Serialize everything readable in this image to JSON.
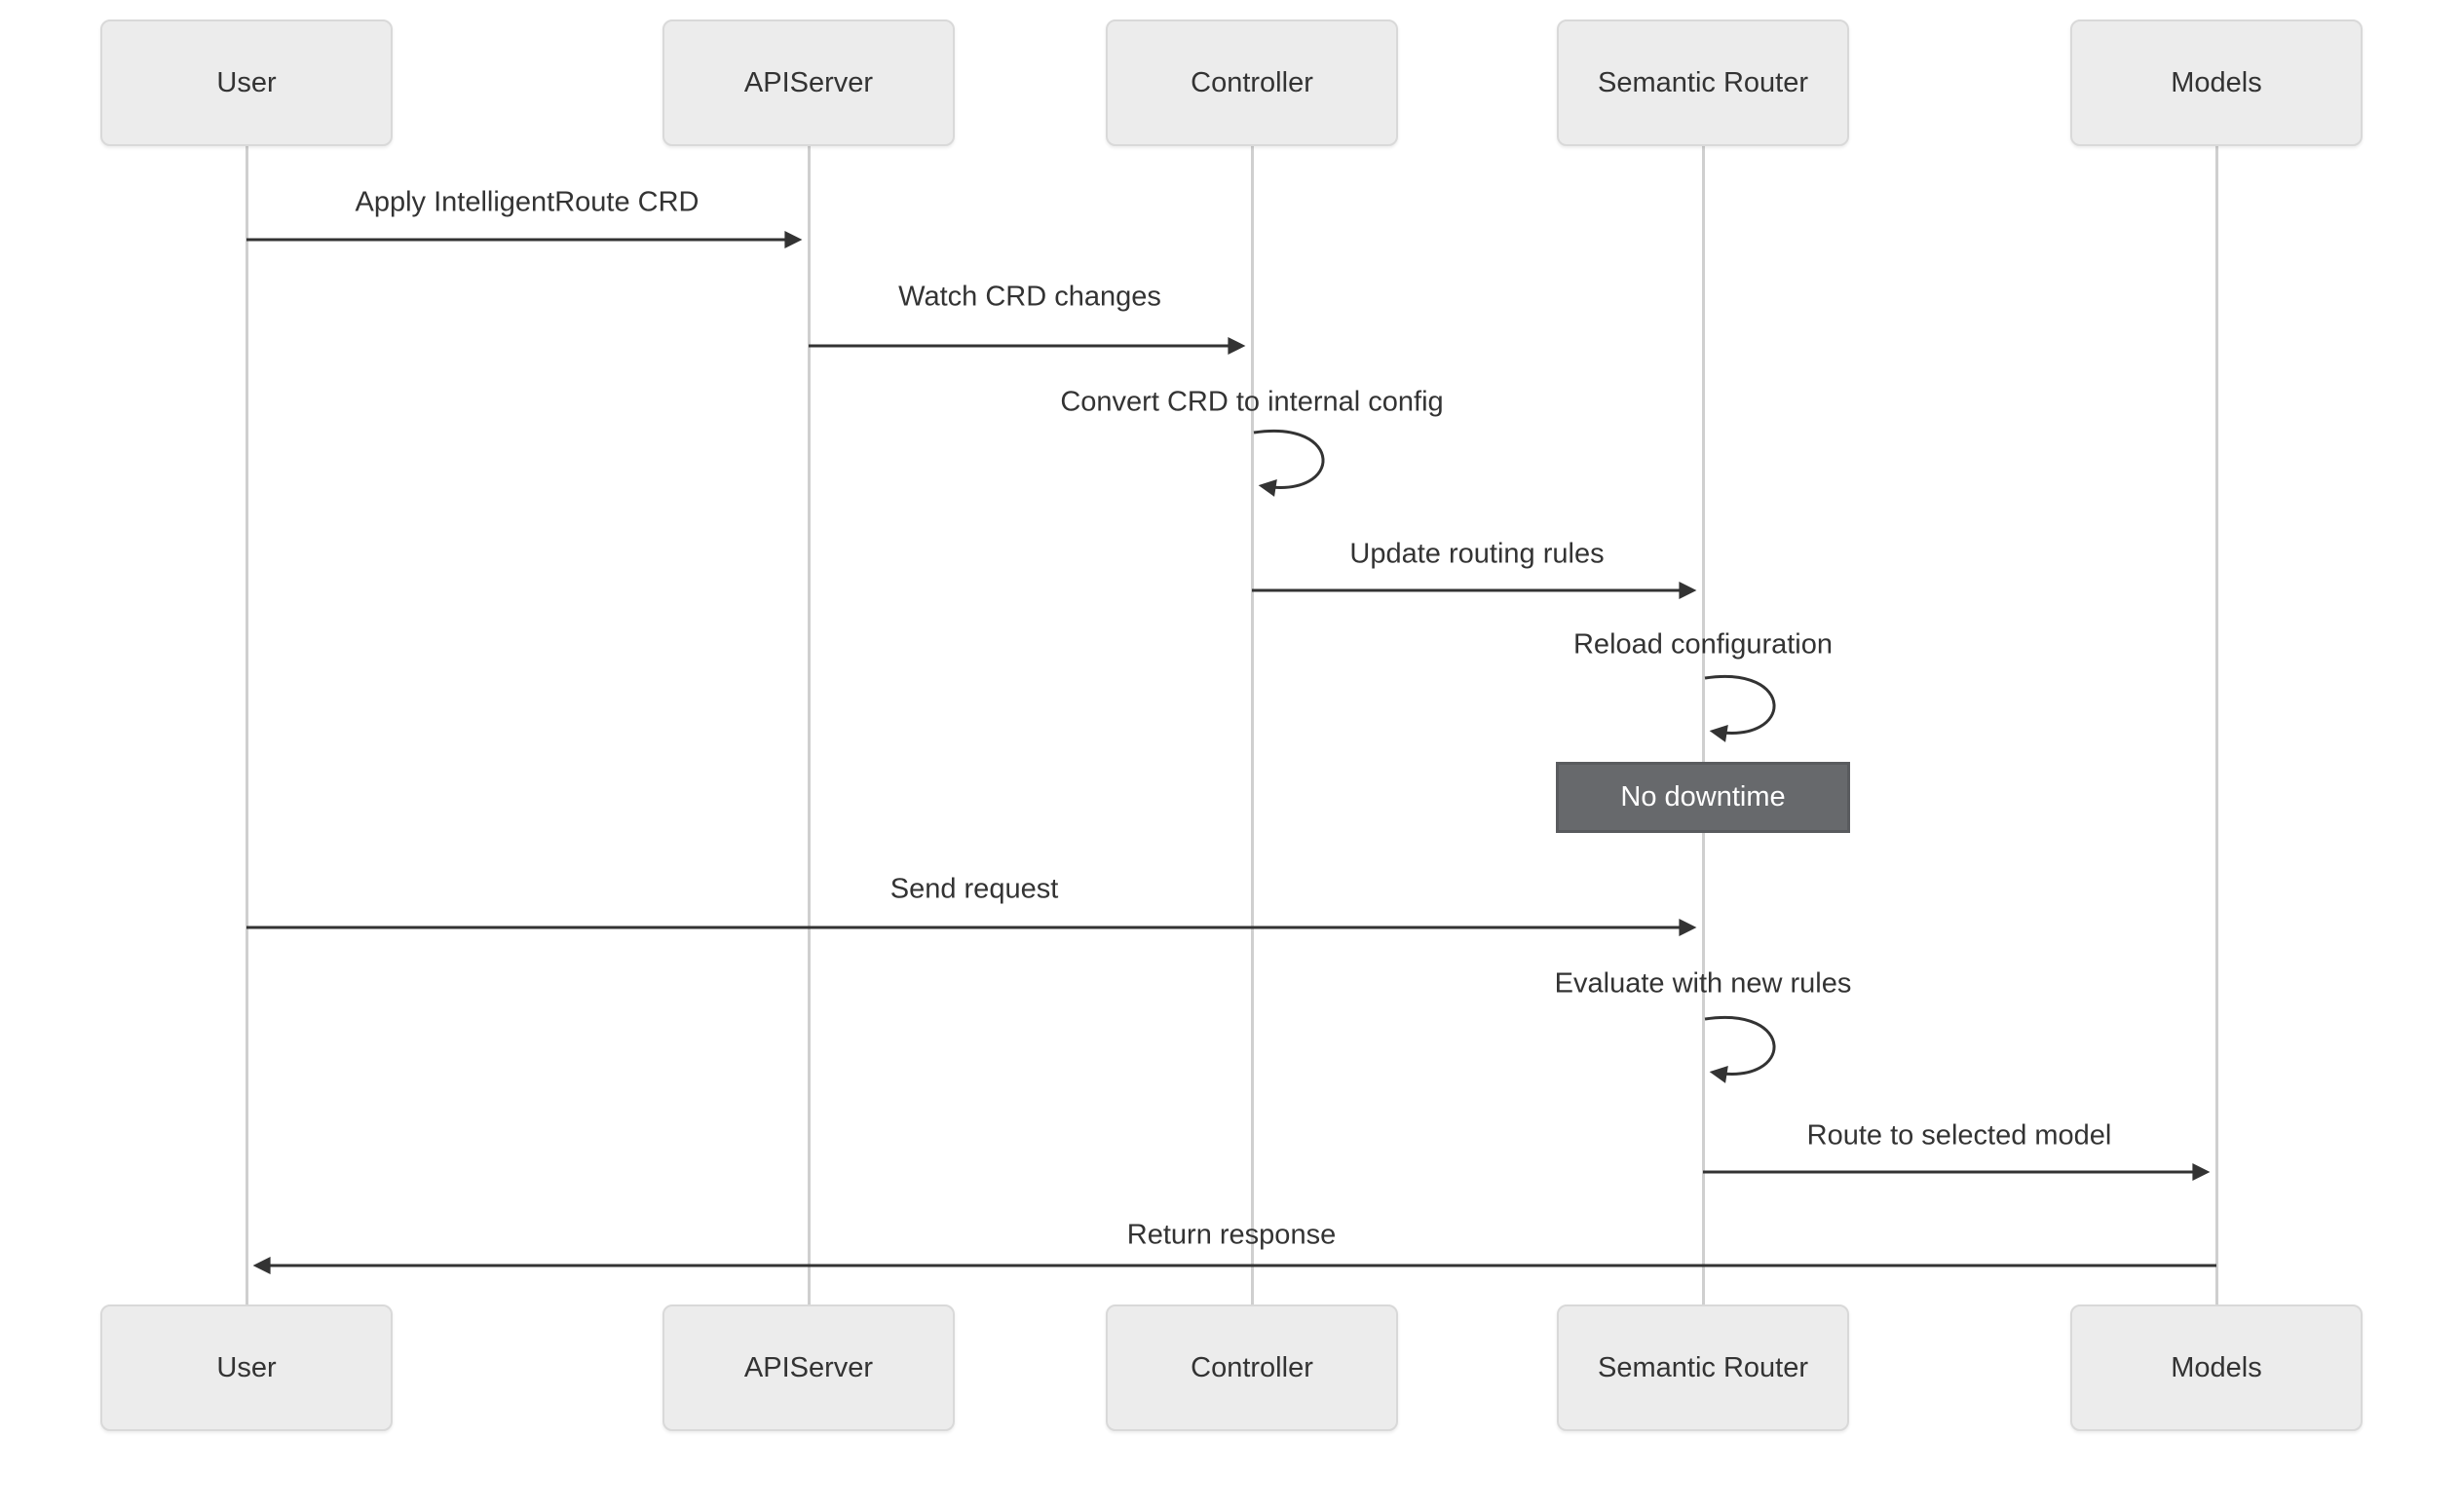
{
  "diagram": {
    "type": "sequence-diagram",
    "background": "#ffffff",
    "colors": {
      "actor_fill": "#ececec",
      "actor_border": "#d9d9d9",
      "actor_text": "#333333",
      "lifeline": "#cfcfcf",
      "message_line": "#333333",
      "message_text": "#333333",
      "note_fill": "#67696c",
      "note_border": "#595b5e",
      "note_text": "#ffffff"
    },
    "participants": [
      {
        "name": "User"
      },
      {
        "name": "APIServer"
      },
      {
        "name": "Controller"
      },
      {
        "name": "Semantic Router"
      },
      {
        "name": "Models"
      }
    ],
    "messages": [
      {
        "from": "User",
        "to": "APIServer",
        "label": "Apply IntelligentRoute CRD",
        "kind": "arrow"
      },
      {
        "from": "APIServer",
        "to": "Controller",
        "label": "Watch CRD changes",
        "kind": "arrow"
      },
      {
        "from": "Controller",
        "to": "Controller",
        "label": "Convert CRD to internal config",
        "kind": "self"
      },
      {
        "from": "Controller",
        "to": "Semantic Router",
        "label": "Update routing rules",
        "kind": "arrow"
      },
      {
        "from": "Semantic Router",
        "to": "Semantic Router",
        "label": "Reload configuration",
        "kind": "self"
      },
      {
        "over": "Semantic Router",
        "label": "No downtime",
        "kind": "note"
      },
      {
        "from": "User",
        "to": "Semantic Router",
        "label": "Send request",
        "kind": "arrow"
      },
      {
        "from": "Semantic Router",
        "to": "Semantic Router",
        "label": "Evaluate with new rules",
        "kind": "self"
      },
      {
        "from": "Semantic Router",
        "to": "Models",
        "label": "Route to selected model",
        "kind": "arrow"
      },
      {
        "from": "Models",
        "to": "User",
        "label": "Return response",
        "kind": "arrow"
      }
    ]
  }
}
